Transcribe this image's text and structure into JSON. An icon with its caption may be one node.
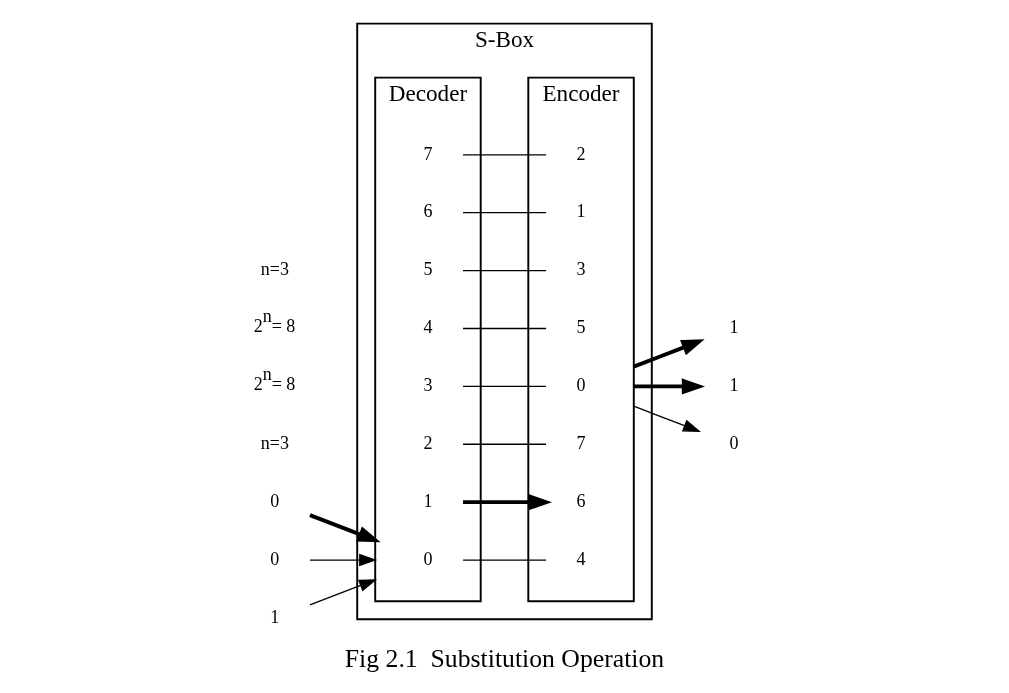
{
  "diagram": {
    "caption": "Fig 2.1  Substitution Operation",
    "nodes": [
      {
        "text": [
          "S-Box"
        ]
      },
      {
        "text": [
          "0"
        ]
      },
      {
        "text": [
          "0"
        ]
      },
      {
        "text": [
          "1"
        ]
      },
      {
        "text": [
          "Decoder"
        ],
        "in": 0
      },
      {
        "text": [
          "0"
        ],
        "in": 4
      },
      {
        "text": [
          "1"
        ],
        "in": 4
      },
      {
        "text": [
          "2"
        ],
        "in": 4
      },
      {
        "text": [
          "3"
        ],
        "in": 4
      },
      {
        "text": [
          "4"
        ],
        "in": 4
      },
      {
        "text": [
          "5"
        ],
        "in": 4
      },
      {
        "text": [
          "6"
        ],
        "in": 4
      },
      {
        "text": [
          "7"
        ],
        "in": 4
      },
      {
        "text": [
          "Encoder"
        ],
        "in": 0
      },
      {
        "text": [
          "0"
        ],
        "in": 13
      },
      {
        "text": [
          "1"
        ],
        "in": 13
      },
      {
        "text": [
          "2"
        ],
        "in": 13
      },
      {
        "text": [
          "3"
        ],
        "in": 13
      },
      {
        "text": [
          "4"
        ],
        "in": 13
      },
      {
        "text": [
          "5"
        ],
        "in": 13
      },
      {
        "text": [
          "6"
        ],
        "in": 13
      },
      {
        "text": [
          "7"
        ],
        "in": 13
      },
      {
        "text": [
          "1"
        ]
      },
      {
        "text": [
          "1"
        ]
      },
      {
        "text": [
          "0"
        ]
      }
    ],
    "edges": [
      {
        "from": 1,
        "to": 4,
        "arrow": "to",
        "style": "thick"
      },
      {
        "from": 2,
        "to": 4,
        "arrow": "to"
      },
      {
        "from": 3,
        "to": 4,
        "arrow": "to"
      },
      {
        "from": 5,
        "to": 18,
        "arrow": "none"
      },
      {
        "from": 6,
        "to": 20,
        "arrow": "to",
        "style": "thick"
      },
      {
        "from": 7,
        "to": 21,
        "arrow": "none"
      },
      {
        "from": 8,
        "to": 14,
        "arrow": "none"
      },
      {
        "from": 9,
        "to": 19,
        "arrow": "none"
      },
      {
        "from": 10,
        "to": 17,
        "arrow": "none"
      },
      {
        "from": 11,
        "to": 15,
        "arrow": "none"
      },
      {
        "from": 12,
        "to": 16,
        "arrow": "none"
      },
      {
        "from": 13,
        "to": 22,
        "arrow": "to",
        "style": "thick"
      },
      {
        "from": 13,
        "to": 23,
        "arrow": "to",
        "style": "thick"
      },
      {
        "from": 13,
        "to": 24,
        "arrow": "to"
      }
    ],
    "labels": [
      "n=3",
      "2$^{n}$= 8",
      "2$^{n}$= 8",
      "n=3"
    ]
  }
}
